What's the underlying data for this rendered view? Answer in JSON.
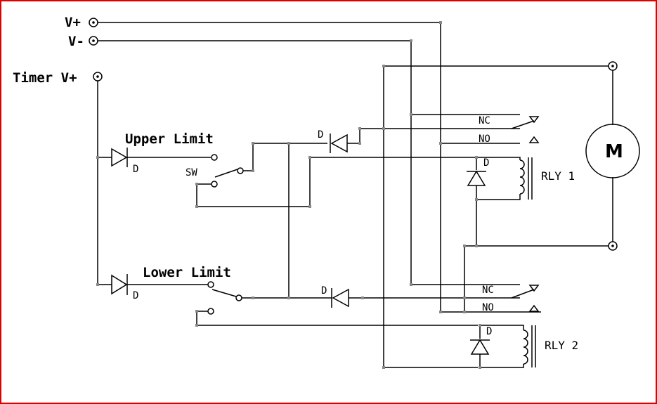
{
  "terminals": {
    "v_plus": "V+",
    "v_minus": "V-",
    "timer_v_plus": "Timer V+"
  },
  "limits": {
    "upper": "Upper Limit",
    "lower": "Lower Limit",
    "switch": "SW"
  },
  "components": {
    "diode": "D",
    "motor": "M",
    "relay1": "RLY 1",
    "relay2": "RLY 2",
    "nc": "NC",
    "no": "NO"
  },
  "colors": {
    "frame": "#e00000",
    "wire": "#000000",
    "node": "#888888"
  }
}
